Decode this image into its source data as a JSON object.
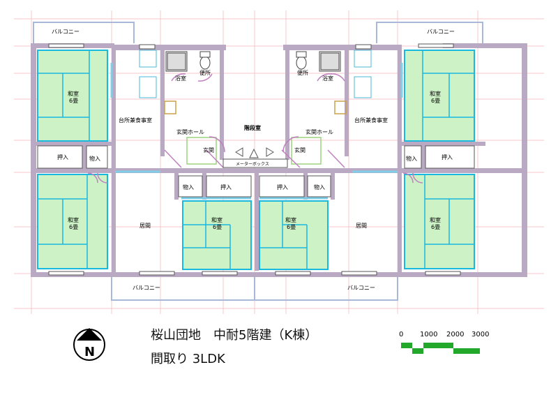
{
  "labels": {
    "balcony": "バルコニー",
    "washitsu": "和室",
    "six_tatami": "6畳",
    "oshiire": "押入",
    "monoire": "物入",
    "kitchen_dining": "台所兼食事室",
    "bath": "浴室",
    "toilet": "便所",
    "entrance_hall": "玄関ホール",
    "entrance": "玄関",
    "stairwell": "階段室",
    "meter_box": "メーターボックス",
    "living": "居間"
  },
  "title": "桜山団地　中耐5階建（K棟）",
  "subtitle": "間取り 3LDK",
  "north": "N",
  "scale": {
    "ticks": [
      "0",
      "1000",
      "2000",
      "3000"
    ]
  },
  "colors": {
    "wall": "#b9a9c2",
    "tatami": "#ccf2c6",
    "tatami_edge": "#19b8df",
    "door": "#c080c0",
    "grid": "#f4a8b0",
    "scale_bar": "#22a82a"
  }
}
